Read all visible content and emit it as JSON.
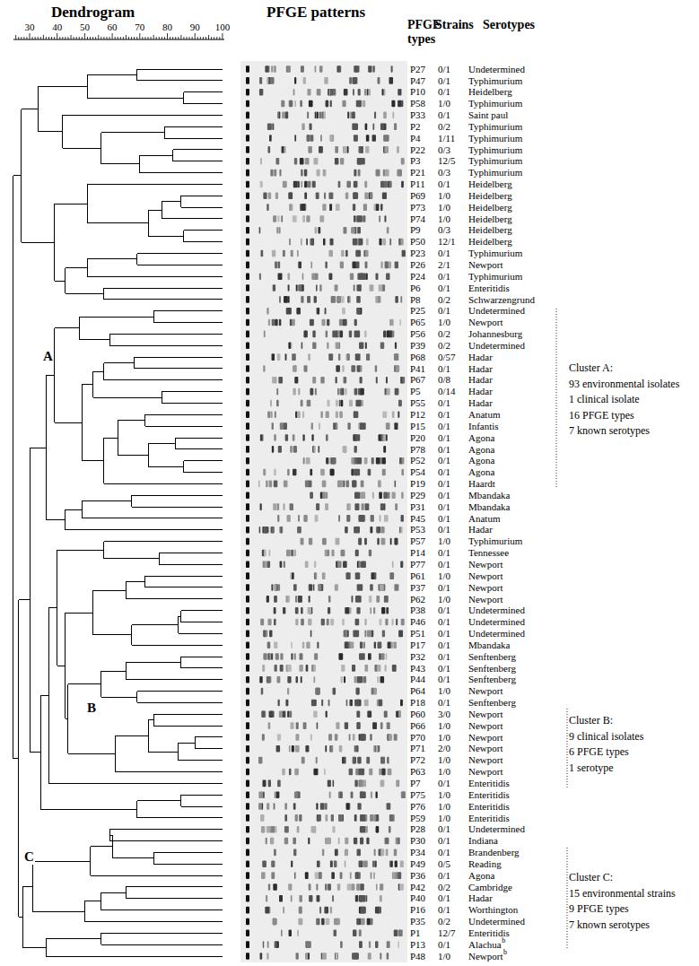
{
  "diagram": {
    "labels": [
      "Dendrogram",
      "PFGE patterns",
      "PFGE types",
      "Strains",
      "Serotypes",
      "30",
      "40",
      "50",
      "60",
      "70",
      "80",
      "90",
      "100",
      "P27",
      "0/1",
      "Undetermined",
      "P47",
      "0/1",
      "Typhimurium",
      "P10",
      "0/1",
      "Heidelberg",
      "P58",
      "1/0",
      "Typhimurium",
      "P33",
      "0/1",
      "Saint paul",
      "P2",
      "0/2",
      "Typhimurium",
      "P4",
      "1/11",
      "Typhimurium",
      "P22",
      "0/3",
      "Typhimurium",
      "P3",
      "12/5",
      "Typhimurium",
      "P21",
      "0/3",
      "Typhimurium",
      "P11",
      "0/1",
      "Heidelberg",
      "P69",
      "1/0",
      "Heidelberg",
      "P73",
      "1/0",
      "Heidelberg",
      "P74",
      "1/0",
      "Heidelberg",
      "P9",
      "0/3",
      "Heidelberg",
      "P50",
      "12/1",
      "Heidelberg",
      "P23",
      "0/1",
      "Typhimurium",
      "P26",
      "2/1",
      "Newport",
      "P24",
      "0/1",
      "Typhimurium",
      "P6",
      "0/1",
      "Enteritidis",
      "P8",
      "0/2",
      "Schwarzengrund",
      "P25",
      "0/1",
      "Undetermined",
      "P65",
      "1/0",
      "Newport",
      "P56",
      "0/2",
      "Johannesburg",
      "P39",
      "0/2",
      "Undetermined",
      "P68",
      "0/57",
      "Hadar",
      "P41",
      "0/1",
      "Hadar",
      "P67",
      "0/8",
      "Hadar",
      "P5",
      "0/14",
      "Hadar",
      "P55",
      "0/1",
      "Hadar",
      "P12",
      "0/1",
      "Anatum",
      "P15",
      "0/1",
      "Infantis",
      "P20",
      "0/1",
      "Agona",
      "P78",
      "0/1",
      "Agona",
      "P52",
      "0/1",
      "Agona",
      "P54",
      "0/1",
      "Agona",
      "P19",
      "0/1",
      "Haardt",
      "P29",
      "0/1",
      "Mbandaka",
      "P31",
      "0/1",
      "Mbandaka",
      "P45",
      "0/1",
      "Anatum",
      "P53",
      "0/1",
      "Hadar",
      "P57",
      "1/0",
      "Typhimurium",
      "P14",
      "0/1",
      "Tennessee",
      "P77",
      "0/1",
      "Newport",
      "P61",
      "1/0",
      "Newport",
      "P37",
      "0/1",
      "Newport",
      "P62",
      "1/0",
      "Newport",
      "P38",
      "0/1",
      "Undetermined",
      "P46",
      "0/1",
      "Undetermined",
      "P51",
      "0/1",
      "Undetermined",
      "P17",
      "0/1",
      "Mbandaka",
      "P32",
      "0/1",
      "Senftenberg",
      "P43",
      "0/1",
      "Senftenberg",
      "P44",
      "0/1",
      "Senftenberg",
      "P64",
      "1/0",
      "Newport",
      "P18",
      "0/1",
      "Senftenberg",
      "P60",
      "3/0",
      "Newport",
      "P66",
      "1/0",
      "Newport",
      "P70",
      "1/0",
      "Newport",
      "P71",
      "2/0",
      "Newport",
      "P72",
      "1/0",
      "Newport",
      "P63",
      "1/0",
      "Newport",
      "P7",
      "0/1",
      "Enteritidis",
      "P75",
      "1/0",
      "Enteritidis",
      "P76",
      "1/0",
      "Enteritidis",
      "P59",
      "1/0",
      "Enteritidis",
      "P28",
      "0/1",
      "Undetermined",
      "P30",
      "0/1",
      "Indiana",
      "P34",
      "0/1",
      "Brandenberg",
      "P49",
      "0/5",
      "Reading",
      "P36",
      "0/1",
      "Agona",
      "P42",
      "0/2",
      "Cambridge",
      "P40",
      "0/1",
      "Hadar",
      "P16",
      "0/1",
      "Worthington",
      "P35",
      "0/2",
      "Undetermined",
      "P1",
      "12/7",
      "Enteritidis",
      "P13",
      "0/1",
      "Alachua",
      "P48",
      "1/0",
      "Newport",
      "A",
      "B",
      "C",
      "b",
      "b",
      "Cluster A:",
      "93 environmental isolates",
      "1 clinical isolate",
      "16 PFGE types",
      "7 known serotypes",
      "Cluster B:",
      "9 clinical isolates",
      "6 PFGE types",
      "1 serotype",
      "Cluster C:",
      "15 environmental strains",
      "9 PFGE types",
      "7 known serotypes"
    ]
  }
}
